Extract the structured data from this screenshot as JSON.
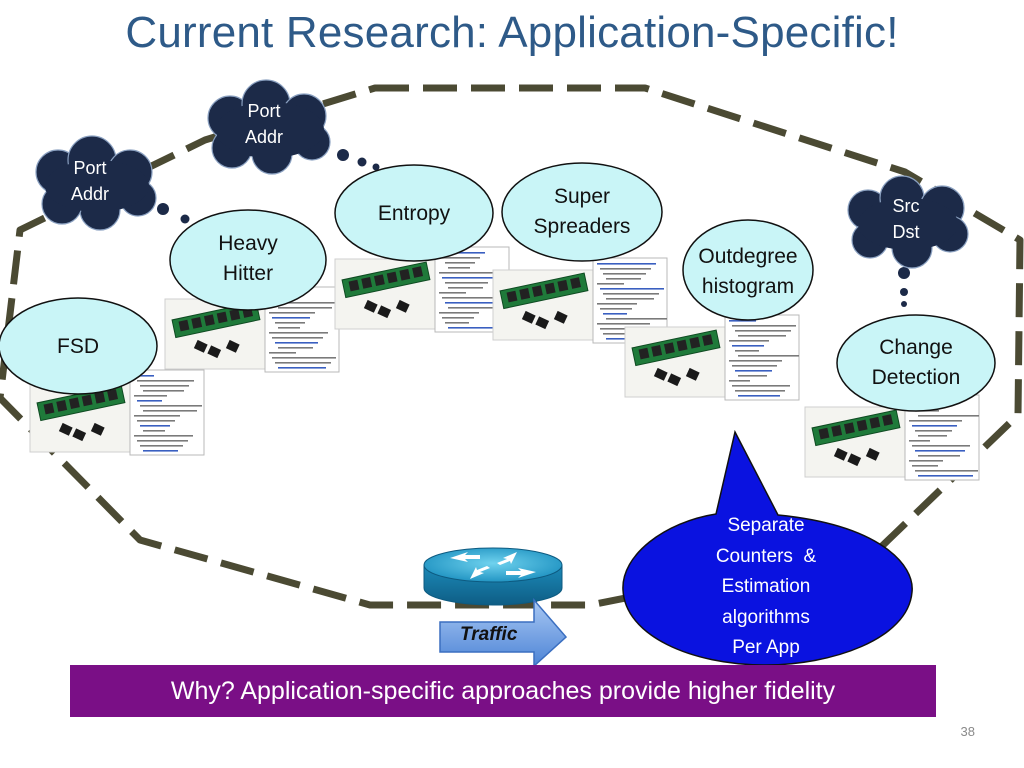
{
  "title": "Current Research: Application-Specific!",
  "clouds": [
    {
      "lines": [
        "Port",
        "Addr"
      ]
    },
    {
      "lines": [
        "Port",
        "Addr"
      ]
    },
    {
      "lines": [
        "Src",
        "Dst"
      ]
    }
  ],
  "applications": [
    {
      "lines": [
        "FSD"
      ]
    },
    {
      "lines": [
        "Heavy",
        "Hitter"
      ]
    },
    {
      "lines": [
        "Entropy"
      ]
    },
    {
      "lines": [
        "Super",
        "Spreaders"
      ]
    },
    {
      "lines": [
        "Outdegree",
        "histogram"
      ]
    },
    {
      "lines": [
        "Change",
        "Detection"
      ]
    }
  ],
  "callout": {
    "lines": [
      "Separate",
      "Counters  &",
      "Estimation",
      "algorithms",
      "Per App"
    ]
  },
  "traffic_label": "Traffic",
  "footer_text": "Why? Application-specific approaches provide higher fidelity",
  "page_number": "38",
  "colors": {
    "title": "#2e5a88",
    "app_bubble": "#c9f5f7",
    "cloud": "#1c2a48",
    "callout": "#0a12e0",
    "dashed_boundary": "#4b4a33",
    "footer": "#7a0f86",
    "router": "#2aa0c8",
    "arrow": "#5b8fd8"
  }
}
